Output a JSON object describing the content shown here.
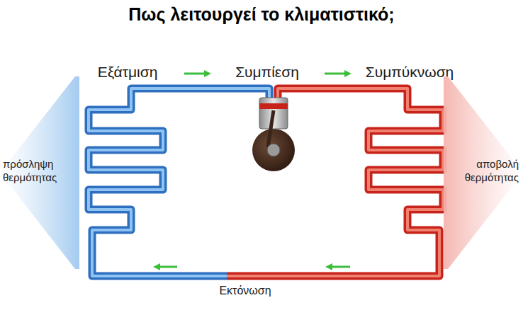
{
  "diagram": {
    "title": "Πως λειτουργεί το κλιματιστικό;",
    "nodes": [
      {
        "text": [
          "πρόσληψη θερμότητας"
        ]
      },
      {
        "text": [
          "αποβολή θερμότητας"
        ]
      }
    ],
    "labels": [
      "Εξάτμιση",
      "Συμπίεση",
      "Συμπύκνωση",
      "Εκτόνωση"
    ]
  }
}
